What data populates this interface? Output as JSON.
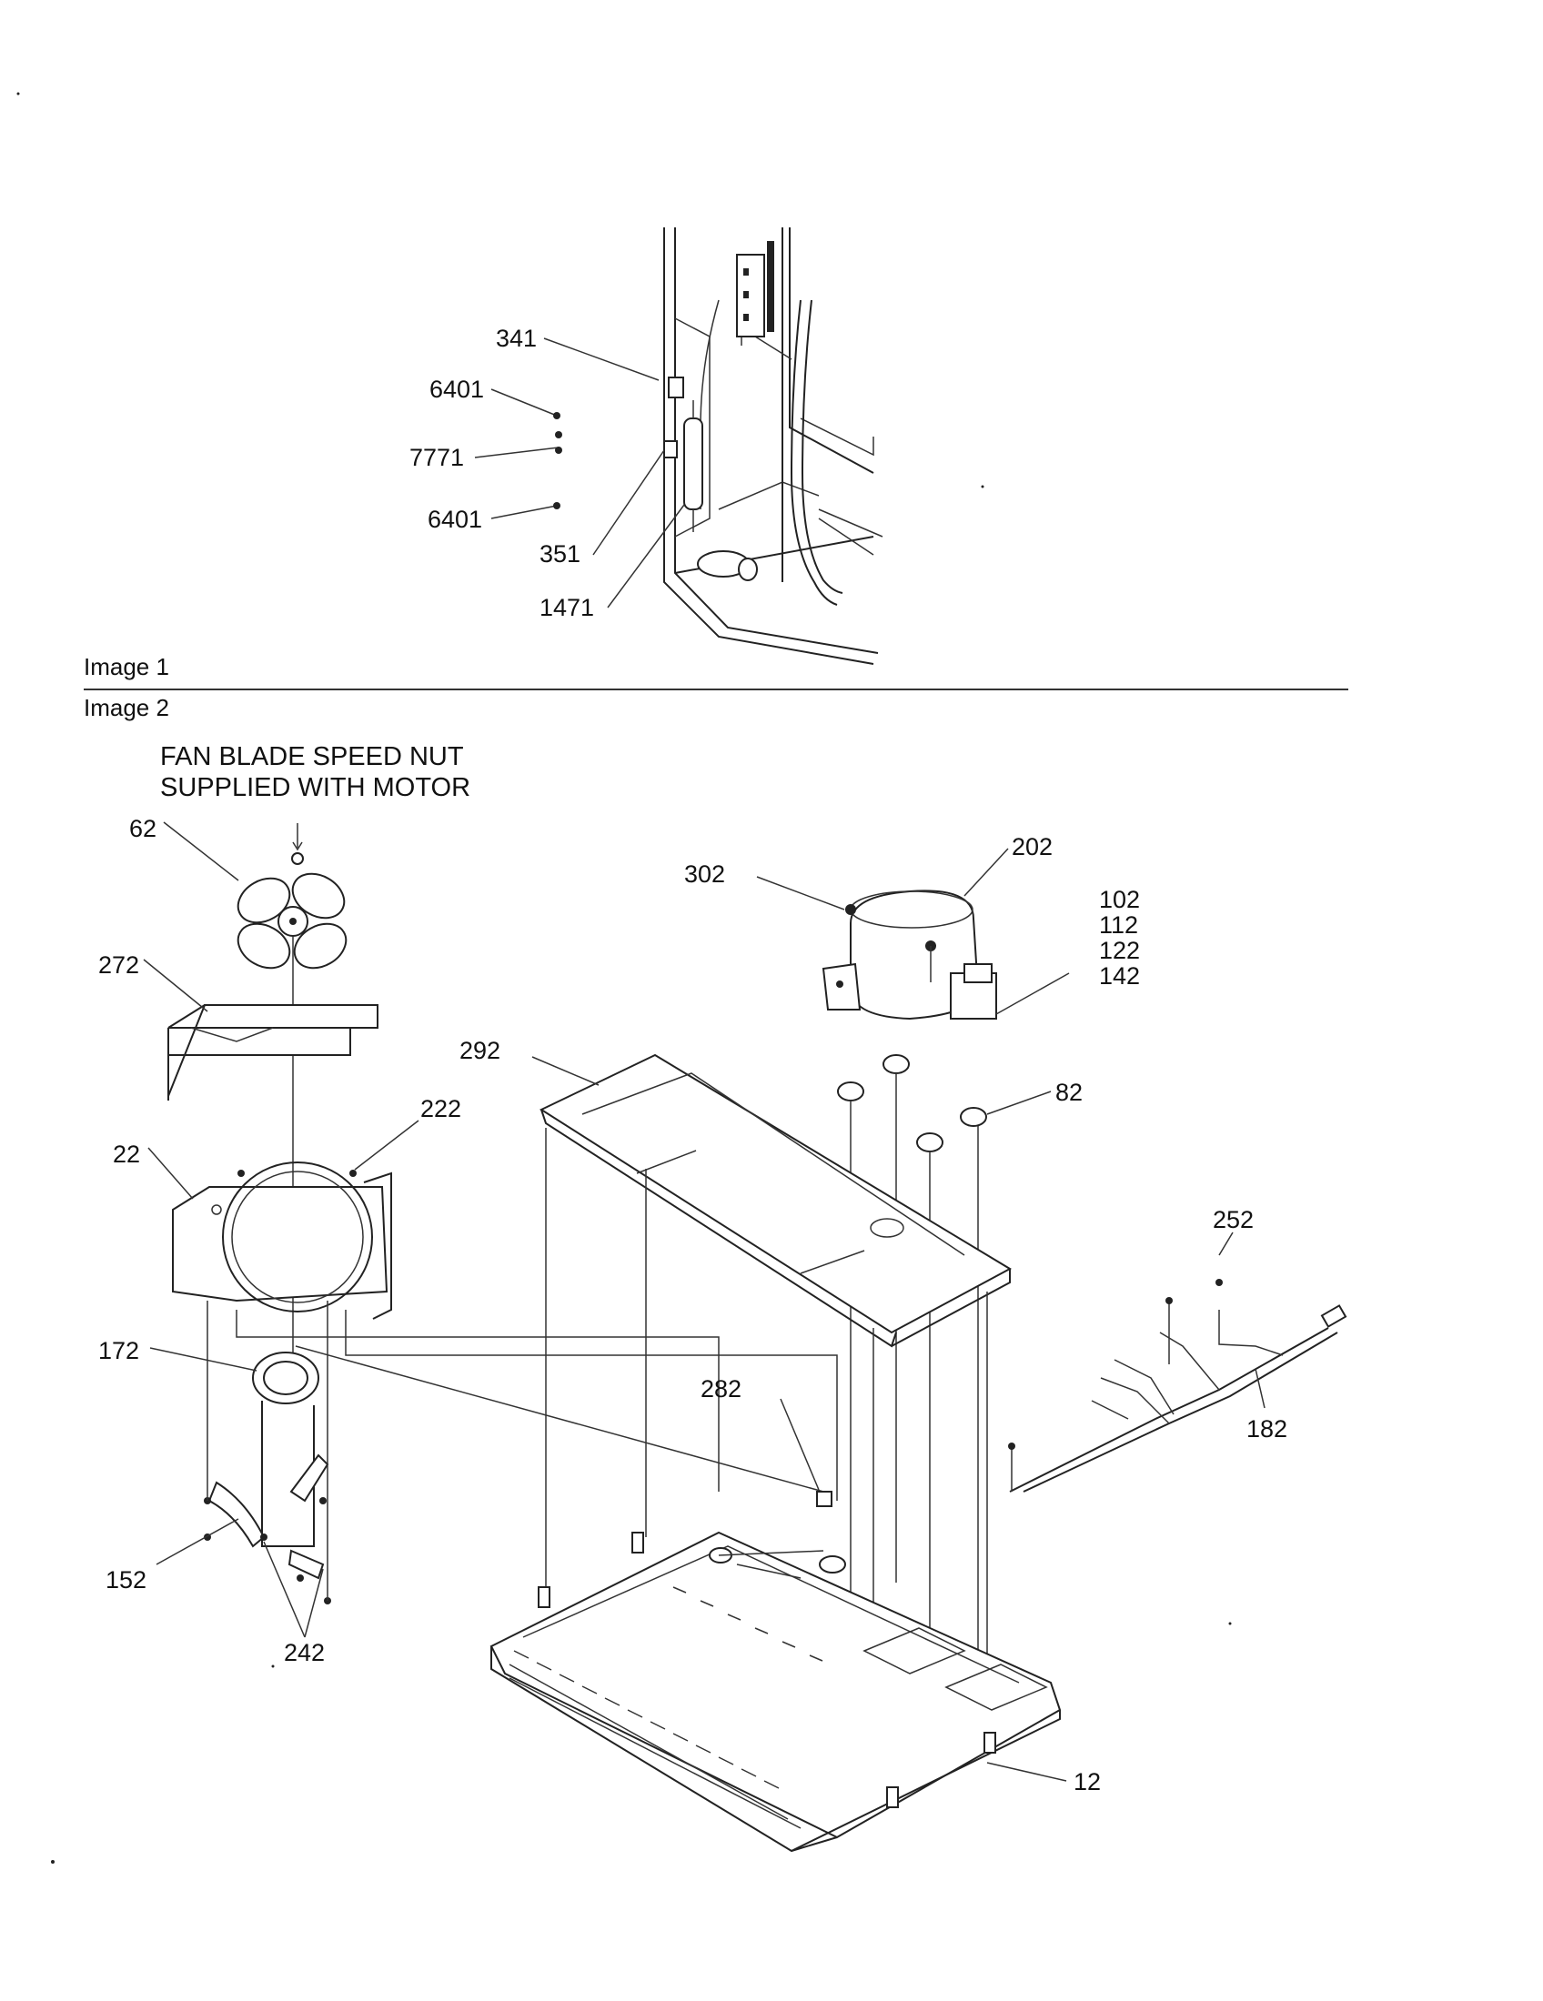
{
  "image1_caption": "Image 1",
  "image2_caption": "Image 2",
  "note_line1": "FAN BLADE SPEED NUT",
  "note_line2": "SUPPLIED WITH MOTOR",
  "callouts": {
    "p341": "341",
    "p6401a": "6401",
    "p7771": "7771",
    "p6401b": "6401",
    "p351": "351",
    "p1471": "1471",
    "p62": "62",
    "p272": "272",
    "p222": "222",
    "p22": "22",
    "p172": "172",
    "p152": "152",
    "p242": "242",
    "p302": "302",
    "p202": "202",
    "p102": "102",
    "p112": "112",
    "p122": "122",
    "p142": "142",
    "p292": "292",
    "p82": "82",
    "p252": "252",
    "p182": "182",
    "p282": "282",
    "p12": "12"
  }
}
